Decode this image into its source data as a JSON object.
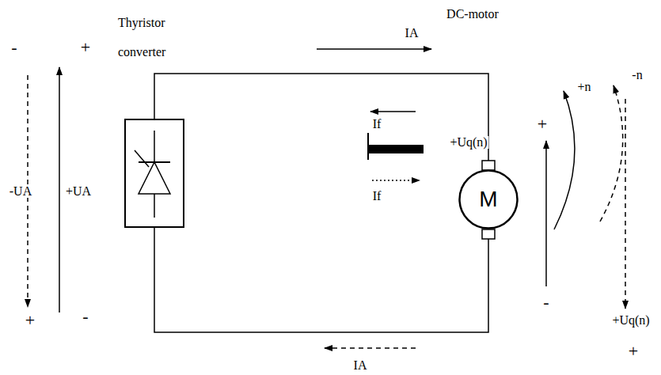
{
  "diagram": {
    "nodes": [
      {
        "text": [
          "Thyristor converter"
        ]
      },
      {
        "text": [
          "DC-motor",
          "M"
        ]
      }
    ],
    "edges": [
      {
        "from": 0,
        "to": 1,
        "arrow": "none"
      },
      {
        "from": 0,
        "to": 1,
        "arrow": "none"
      }
    ],
    "labels": [
      "-",
      "+",
      "-UA",
      "+UA",
      "+",
      "-",
      "IA",
      "+Uq(n)",
      "If",
      "If",
      "+",
      "+n",
      "-n",
      "-",
      "+Uq(n)",
      "+",
      "IA"
    ]
  }
}
